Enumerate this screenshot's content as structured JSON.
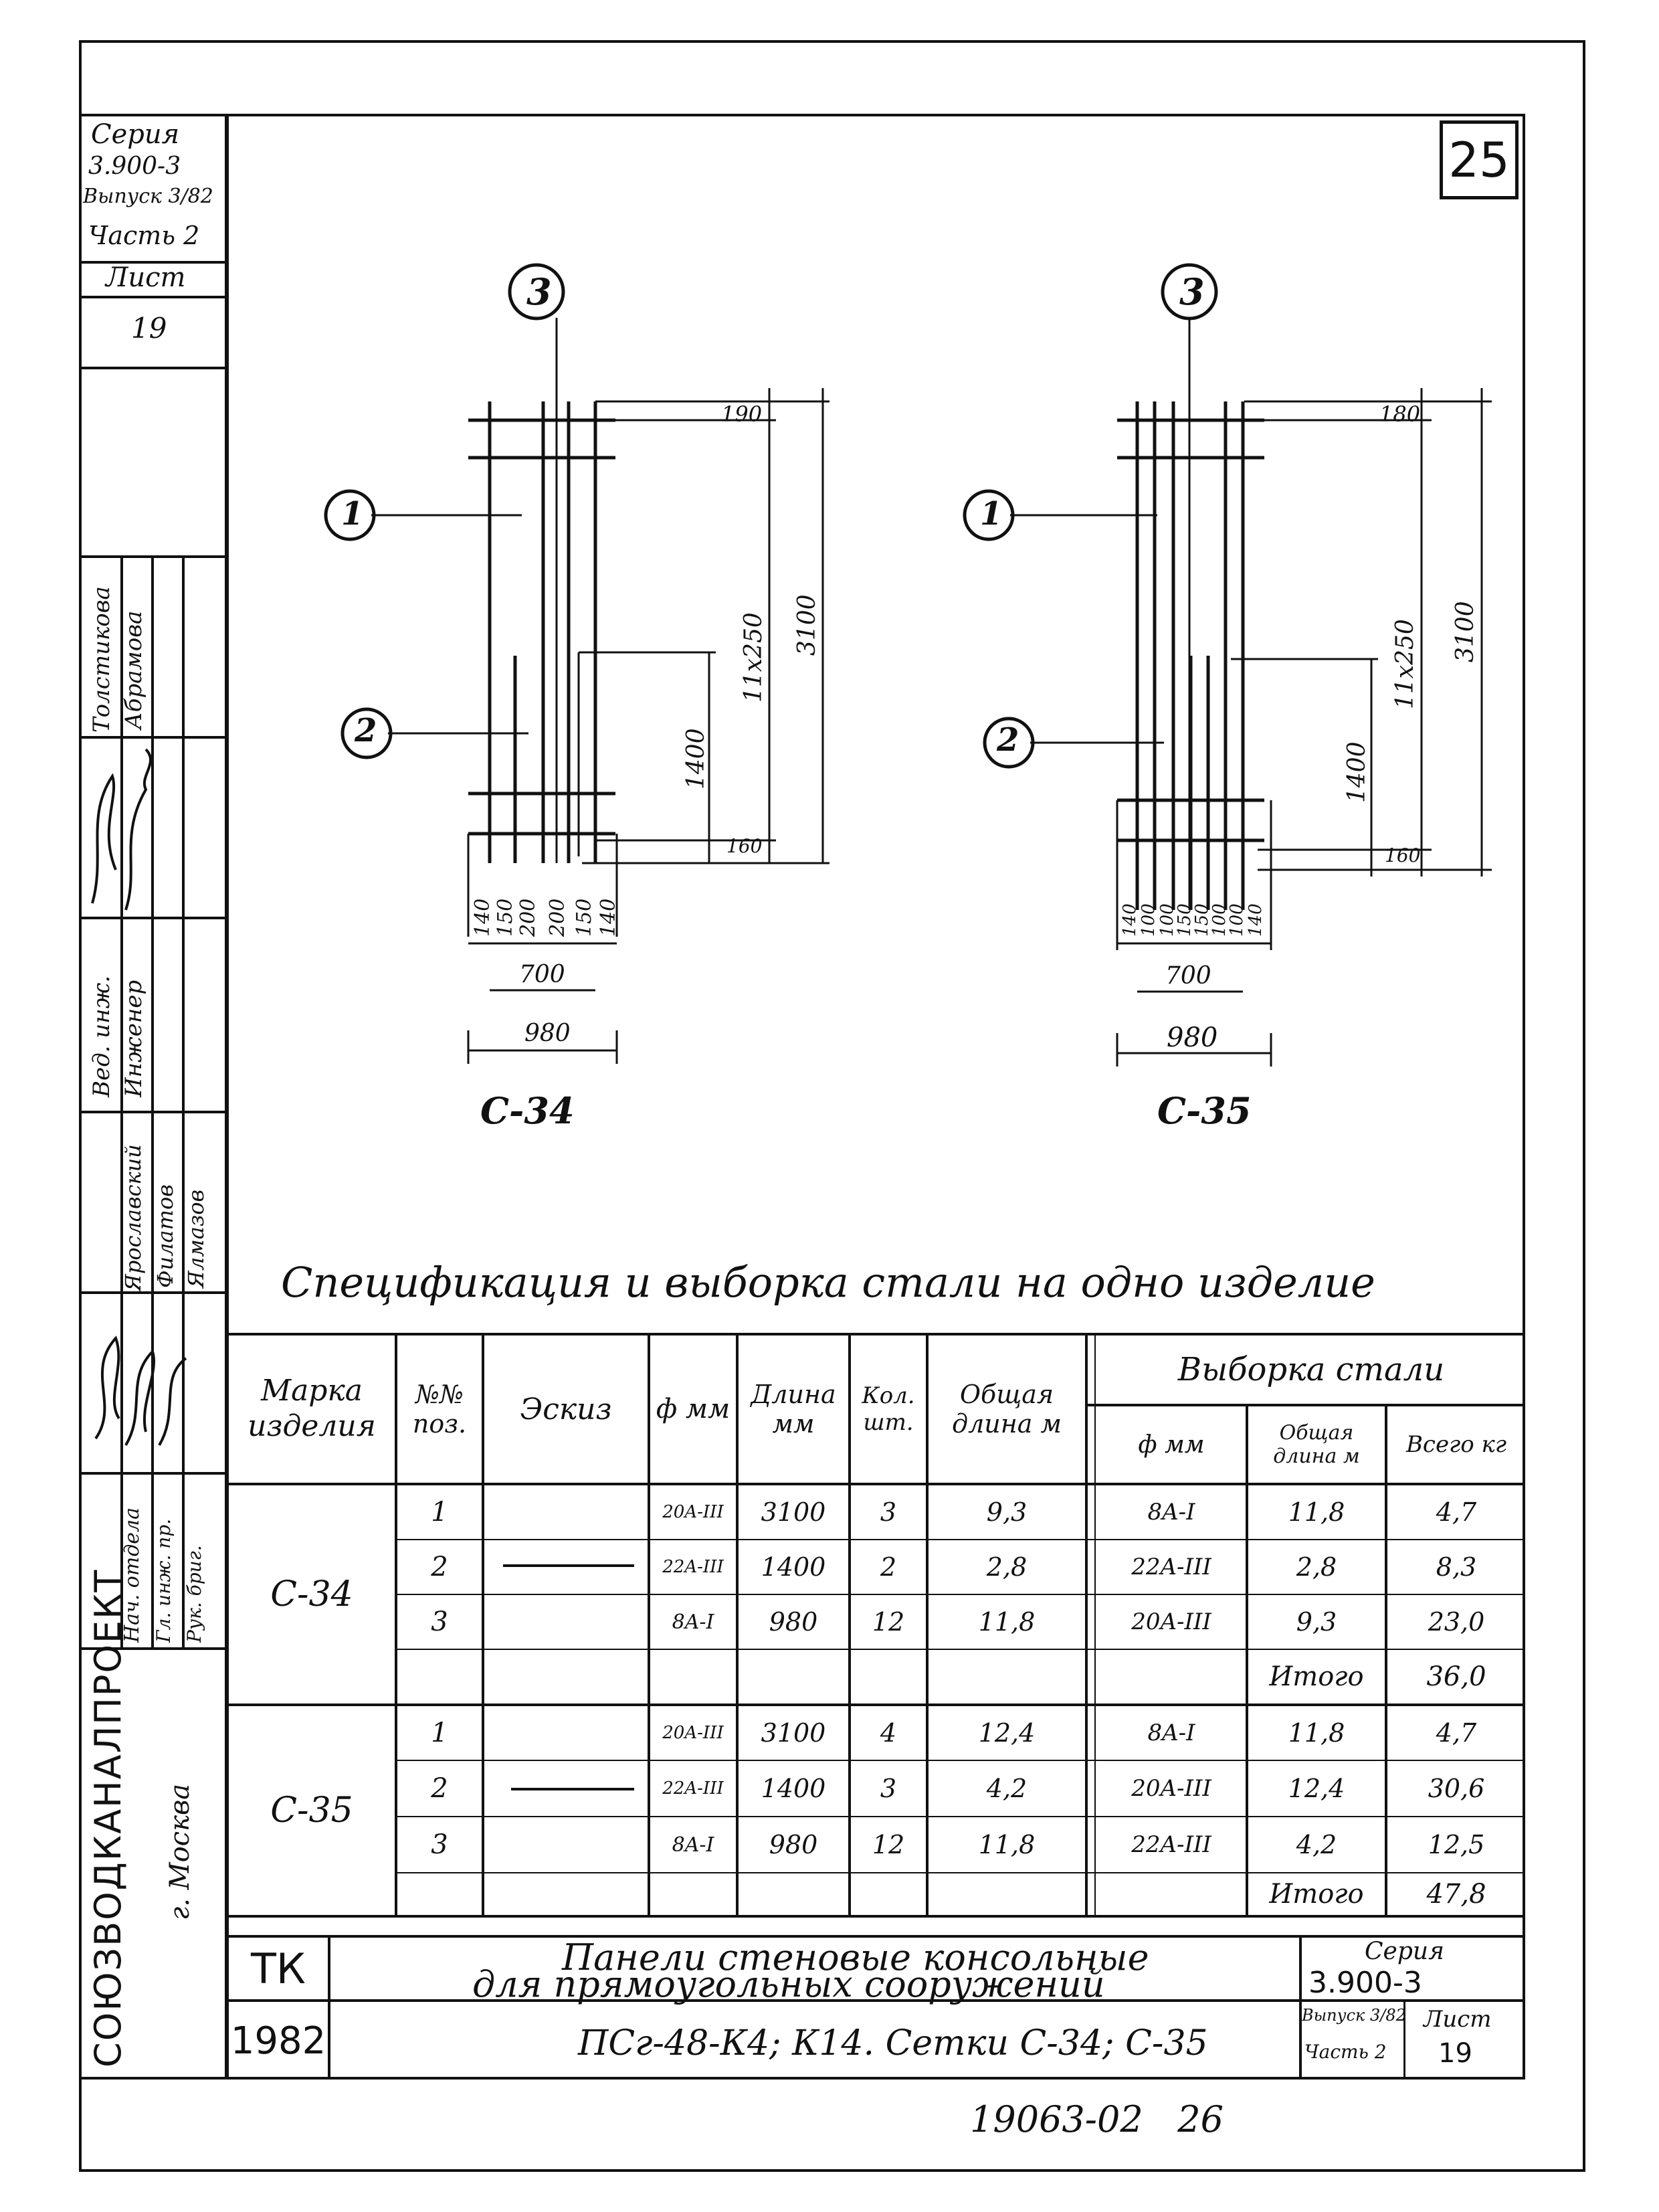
{
  "sheet_number_box": "25",
  "side_stamp": {
    "series_label": "Серия",
    "series_number": "3.900-3",
    "issue": "Выпуск 3/82",
    "part": "Часть 2",
    "sheet_label": "Лист",
    "sheet_number": "19",
    "org_vertical": "СОЮЗВОДКАНАЛПРОЕКТ",
    "city_vertical": "г. Москва",
    "roles_col1": [
      "Вед. инж.",
      "Нач. отдела"
    ],
    "roles_col2": [
      "Инженер",
      "Гл. инж. пр."
    ],
    "roles_col3": [
      "Рук. бриг."
    ],
    "names_col1": [
      "Толстикова",
      "Ярославский"
    ],
    "names_col2": [
      "Абрамова",
      "Филатов"
    ],
    "names_col3": [
      "Ялмазов"
    ]
  },
  "drawings": {
    "left": {
      "name": "С-34",
      "callouts": [
        "1",
        "2",
        "3"
      ],
      "dims_right": [
        "190",
        "11x250",
        "3100",
        "1400",
        "160"
      ],
      "dims_bottom_small": [
        "140",
        "150",
        "200",
        "200",
        "150",
        "140"
      ],
      "dim_700": "700",
      "dim_980": "980"
    },
    "right": {
      "name": "С-35",
      "callouts": [
        "1",
        "2",
        "3"
      ],
      "dims_right": [
        "180",
        "11x250",
        "3100",
        "1400",
        "160"
      ],
      "dims_bottom_small": [
        "140",
        "100",
        "100",
        "150",
        "150",
        "100",
        "100",
        "140"
      ],
      "dim_700": "700",
      "dim_980": "980"
    }
  },
  "spec_title": "Спецификация и выборка стали на одно изделие",
  "table": {
    "headers": {
      "mark": "Марка изделия",
      "pos": "№№ поз.",
      "sketch": "Эскиз",
      "dia": "ф мм",
      "length": "Длина мм",
      "qty": "Кол. шт.",
      "total_len": "Общая длина м",
      "steel": "Выборка стали",
      "steel_dia": "ф мм",
      "steel_len": "Общая длина м",
      "steel_mass": "Всего кг"
    },
    "groups": [
      {
        "mark": "С-34",
        "rows": [
          {
            "pos": "1",
            "dia": "20A-III",
            "length": "3100",
            "qty": "3",
            "total": "9,3",
            "s_dia": "8A-I",
            "s_len": "11,8",
            "s_mass": "4,7"
          },
          {
            "pos": "2",
            "dia": "22A-III",
            "length": "1400",
            "qty": "2",
            "total": "2,8",
            "s_dia": "22A-III",
            "s_len": "2,8",
            "s_mass": "8,3"
          },
          {
            "pos": "3",
            "dia": "8A-I",
            "length": "980",
            "qty": "12",
            "total": "11,8",
            "s_dia": "20A-III",
            "s_len": "9,3",
            "s_mass": "23,0"
          }
        ],
        "itogo_label": "Итого",
        "itogo_value": "36,0"
      },
      {
        "mark": "С-35",
        "rows": [
          {
            "pos": "1",
            "dia": "20A-III",
            "length": "3100",
            "qty": "4",
            "total": "12,4",
            "s_dia": "8A-I",
            "s_len": "11,8",
            "s_mass": "4,7"
          },
          {
            "pos": "2",
            "dia": "22A-III",
            "length": "1400",
            "qty": "3",
            "total": "4,2",
            "s_dia": "20A-III",
            "s_len": "12,4",
            "s_mass": "30,6"
          },
          {
            "pos": "3",
            "dia": "8A-I",
            "length": "980",
            "qty": "12",
            "total": "11,8",
            "s_dia": "22A-III",
            "s_len": "4,2",
            "s_mass": "12,5"
          }
        ],
        "itogo_label": "Итого",
        "itogo_value": "47,8"
      }
    ]
  },
  "title_block": {
    "tk": "ТК",
    "year": "1982",
    "title_line1": "Панели стеновые консольные",
    "title_line2": "для прямоугольных сооружений",
    "title_line3": "ПСг-48-К4; К14. Сетки С-34; С-35",
    "series_label": "Серия",
    "series_value": "3.900-3",
    "issue": "Выпуск 3/82",
    "part": "Часть 2",
    "sheet_label": "Лист",
    "sheet_value": "19"
  },
  "footer_code": "19063-02   26"
}
